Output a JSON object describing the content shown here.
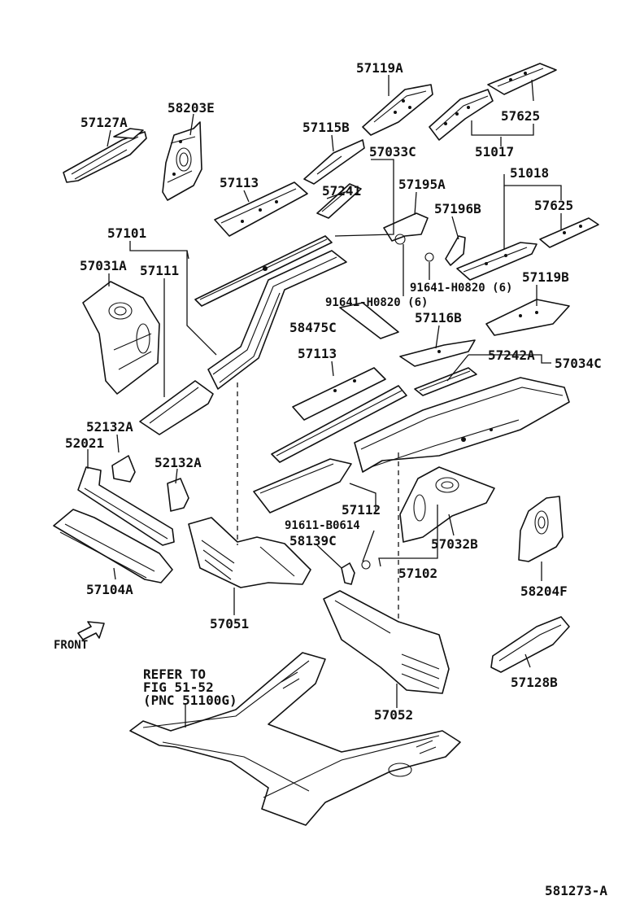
{
  "diagram": {
    "labels": {
      "p57119A": "57119A",
      "p57127A": "57127A",
      "p58203E": "58203E",
      "p57115B": "57115B",
      "p57033C": "57033C",
      "p57625a": "57625",
      "p51017": "51017",
      "p57113a": "57113",
      "p57241": "57241",
      "p57195A": "57195A",
      "p51018": "51018",
      "p57196B": "57196B",
      "p57625b": "57625",
      "p57101": "57101",
      "p57031A": "57031A",
      "p57111": "57111",
      "p91641a": "91641-H0820 (6)",
      "p91641b": "91641-H0820 (6)",
      "p57119B": "57119B",
      "p58475C": "58475C",
      "p57116B": "57116B",
      "p57113b": "57113",
      "p57242A": "57242A",
      "p57034C": "57034C",
      "p52132Aa": "52132A",
      "p52021": "52021",
      "p52132Ab": "52132A",
      "p57112": "57112",
      "p91611": "91611-B0614",
      "p58139C": "58139C",
      "p57032B": "57032B",
      "p57102": "57102",
      "p57104A": "57104A",
      "p57051": "57051",
      "p58204F": "58204F",
      "p57128B": "57128B",
      "p57052": "57052",
      "front": "FRONT",
      "refer1": "REFER TO",
      "refer2": "FIG 51-52",
      "refer3": "(PNC 51100G)",
      "figure_id": "581273-A"
    }
  }
}
